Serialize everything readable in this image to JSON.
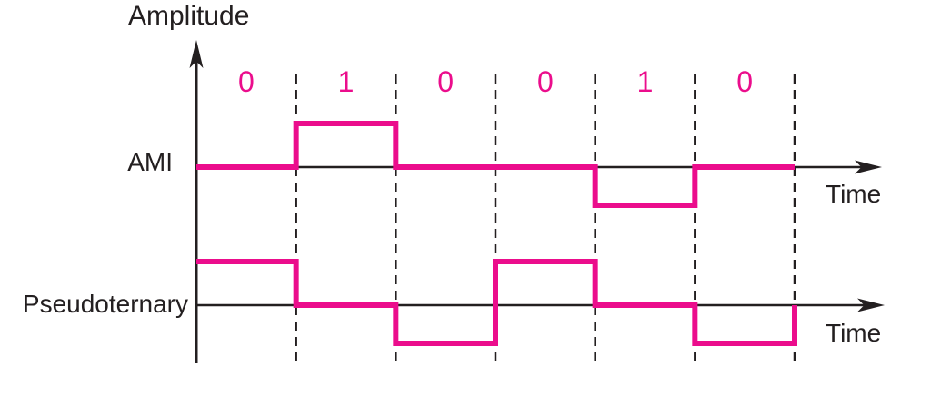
{
  "figure": {
    "amplitude_axis_label": "Amplitude",
    "bits": [
      "0",
      "1",
      "0",
      "0",
      "1",
      "0"
    ],
    "rows": [
      {
        "label": "AMI",
        "time_label": "Time",
        "levels_by_bit": [
          0,
          1,
          0,
          0,
          -1,
          0
        ]
      },
      {
        "label": "Pseudoternary",
        "time_label": "Time",
        "levels_by_bit": [
          1,
          0,
          -1,
          1,
          0,
          -1
        ]
      }
    ],
    "colors": {
      "signal_pink": "#EB0D8C",
      "axis_black": "#231F20"
    }
  }
}
